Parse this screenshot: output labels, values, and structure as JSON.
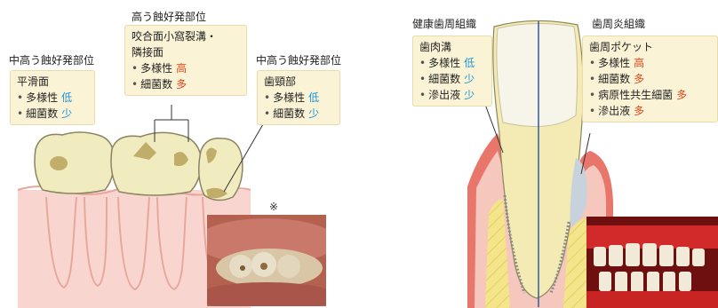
{
  "left": {
    "top_title": "高う蝕好発部位",
    "left_title": "中高う蝕好発部位",
    "right_title": "中高う蝕好発部位",
    "note_mark": "※",
    "box_smooth": {
      "head": "平滑面",
      "rows": [
        {
          "label": "多様性",
          "value": "低",
          "level": "low"
        },
        {
          "label": "細菌数",
          "value": "少",
          "level": "low"
        }
      ]
    },
    "box_occlusal": {
      "head1": "咬合面小窩裂溝・",
      "head2": "隣接面",
      "rows": [
        {
          "label": "多様性",
          "value": "高",
          "level": "high"
        },
        {
          "label": "細菌数",
          "value": "多",
          "level": "high"
        }
      ]
    },
    "box_cervical": {
      "head": "歯頸部",
      "rows": [
        {
          "label": "多様性",
          "value": "低",
          "level": "low"
        },
        {
          "label": "細菌数",
          "value": "少",
          "level": "low"
        }
      ]
    }
  },
  "right": {
    "healthy_title": "健康歯周組織",
    "perio_title": "歯周炎組織",
    "box_sulcus": {
      "head": "歯肉溝",
      "rows": [
        {
          "label": "多様性",
          "value": "低",
          "level": "low"
        },
        {
          "label": "細菌数",
          "value": "少",
          "level": "low"
        },
        {
          "label": "滲出液",
          "value": "少",
          "level": "low"
        }
      ]
    },
    "box_pocket": {
      "head": "歯周ポケット",
      "rows": [
        {
          "label": "多様性",
          "value": "高",
          "level": "high"
        },
        {
          "label": "細菌数",
          "value": "多",
          "level": "high"
        },
        {
          "label": "病原性共生細菌",
          "value": "多",
          "level": "high"
        },
        {
          "label": "滲出液",
          "value": "多",
          "level": "high"
        }
      ]
    }
  },
  "colors": {
    "box_bg": "#fbf3d6",
    "high": "#e0471f",
    "low": "#1a96d6",
    "gum": "#e36a5e",
    "gum_light": "#f4c1b6",
    "tooth": "#f1ebc0",
    "caries": "#b8a35a"
  }
}
